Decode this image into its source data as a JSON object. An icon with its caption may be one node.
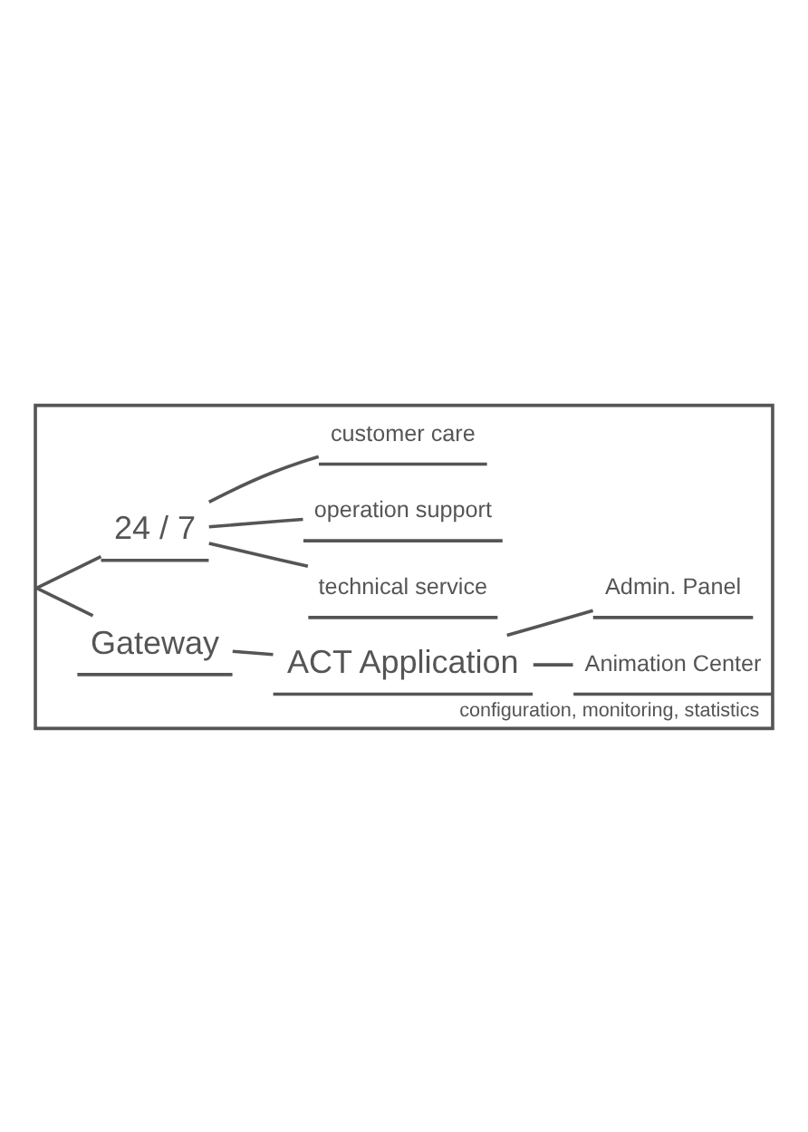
{
  "diagram": {
    "nodes": [
      {
        "text": [
          "configuration, monitoring, statistics"
        ]
      },
      {
        "text": [
          "Gateway"
        ],
        "in": 0
      },
      {
        "text": [
          "ACT Application"
        ],
        "in": 0
      },
      {
        "text": [
          "Animation Center"
        ],
        "in": 0
      },
      {
        "text": [
          "Admin. Panel"
        ],
        "in": 0
      },
      {
        "text": [
          "24 / 7"
        ],
        "in": 0
      },
      {
        "text": [
          "technical service"
        ],
        "in": 0
      },
      {
        "text": [
          "operation support"
        ],
        "in": 0
      },
      {
        "text": [
          "customer care"
        ],
        "in": 0
      }
    ],
    "edges": [
      {
        "from": 0,
        "to": 1,
        "arrow": "none"
      },
      {
        "from": 1,
        "to": 2,
        "arrow": "none"
      },
      {
        "from": 2,
        "to": 3,
        "arrow": "none"
      },
      {
        "from": 2,
        "to": 4,
        "arrow": "none"
      },
      {
        "from": 0,
        "to": 5,
        "arrow": "none"
      },
      {
        "from": 5,
        "to": 6,
        "arrow": "none"
      },
      {
        "from": 5,
        "to": 7,
        "arrow": "none"
      },
      {
        "from": 5,
        "to": 8,
        "arrow": "none"
      }
    ]
  }
}
